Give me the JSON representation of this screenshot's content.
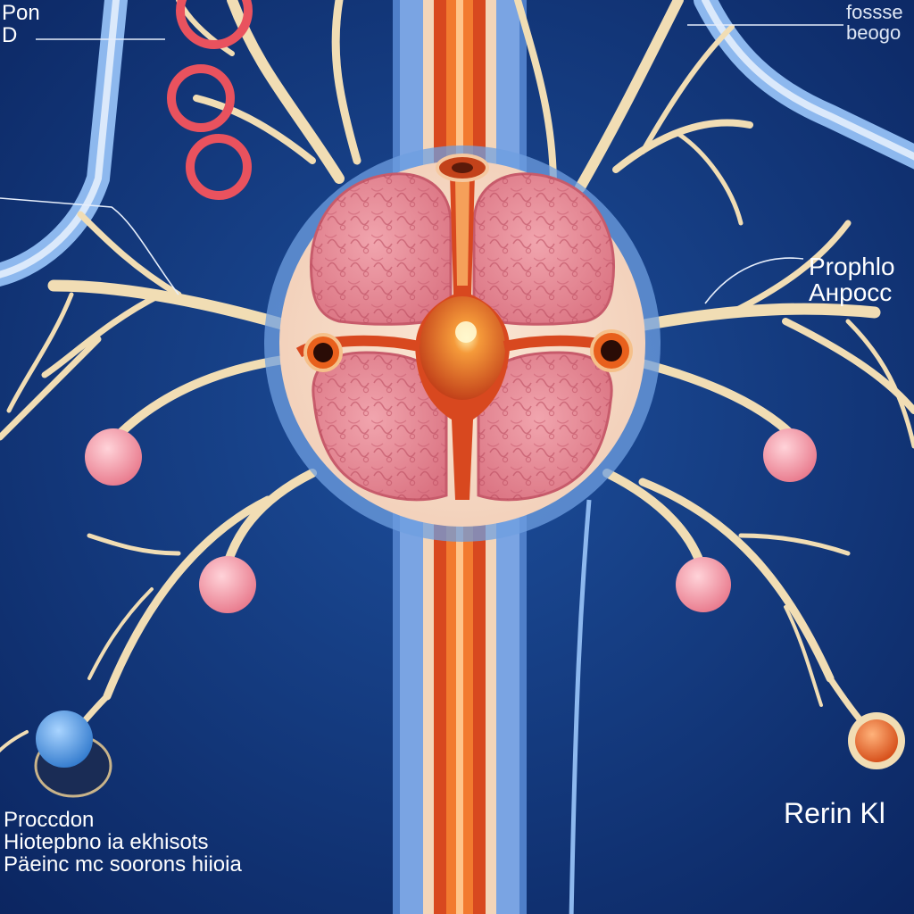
{
  "labels": {
    "top_left": [
      "Pon",
      "D"
    ],
    "top_right": [
      "fossse",
      "beogo"
    ],
    "right_middle": [
      "Prophlo",
      "Анросс"
    ],
    "bottom_left": [
      "Proccdon",
      "Hiotepbno ia ekhisots",
      "Päeinc mc soorons hiioia"
    ],
    "bottom_right": [
      "Rerin Kl"
    ]
  },
  "colors": {
    "background": "#0f2f6e",
    "vessel_blue": "#6f9fe0",
    "nerve": "#f1ddb4",
    "organ_tissue": "#e9909f",
    "core_orange": "#e8601c",
    "node_pink": "#f09aa8",
    "node_blue": "#3f88d8",
    "node_orange": "#e8601c",
    "ring_red": "#e9525e"
  }
}
